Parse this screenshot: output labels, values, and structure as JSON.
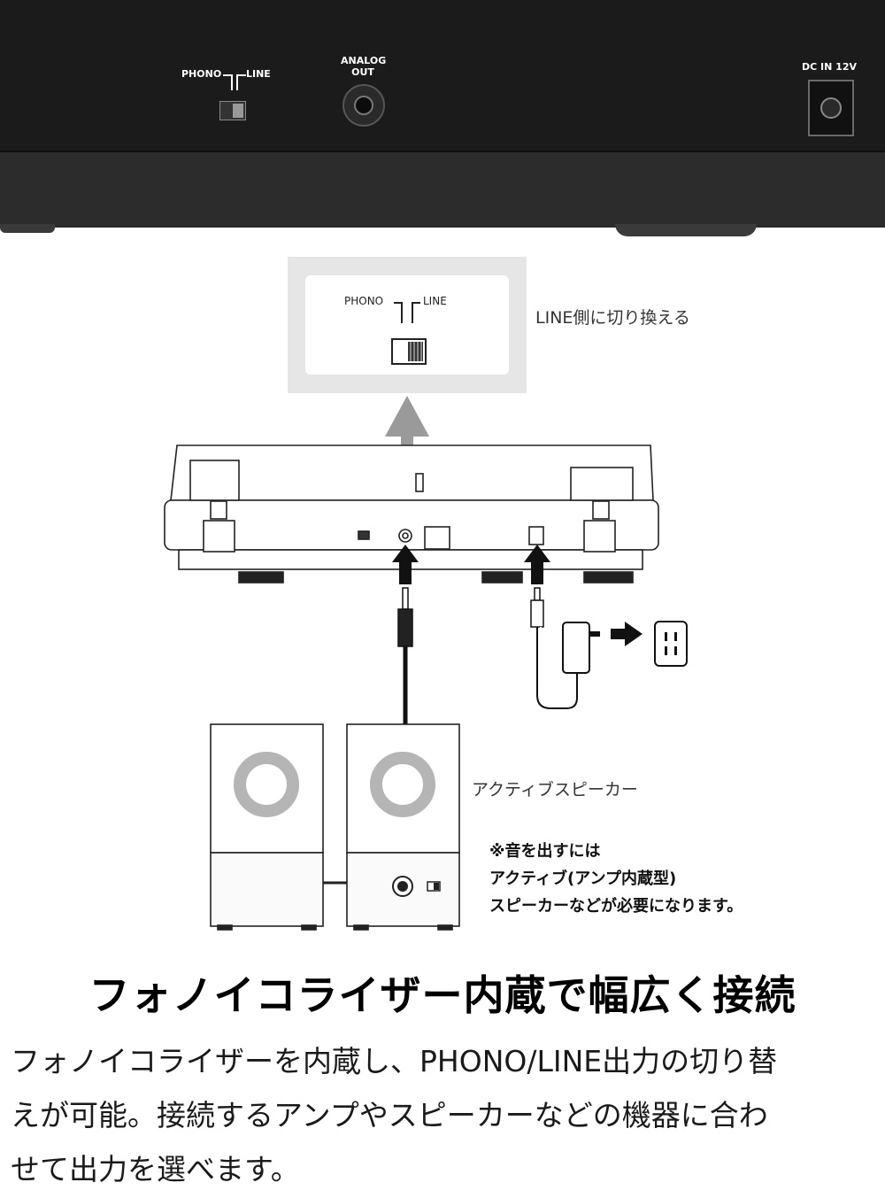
{
  "rear_panel": {
    "phono_label": "PHONO",
    "line_label": "LINE",
    "analog_out_line1": "ANALOG",
    "analog_out_line2": "OUT",
    "dc_in_label": "DC IN 12V"
  },
  "inset": {
    "phono_label": "PHONO",
    "line_label": "LINE",
    "caption": "LINE側に切り換える"
  },
  "speakers": {
    "caption": "アクティブスピーカー",
    "note_lines": [
      "※音を出すには",
      "アクティブ(アンプ内蔵型)",
      "スピーカーなどが必要になります。"
    ]
  },
  "heading": "フォノイコライザー内蔵で幅広く接続",
  "body_lines": [
    "フォノイコライザーを内蔵し、PHONO/LINE出力の切り替",
    "えが可能。接続するアンプやスピーカーなどの機器に合わ",
    "せて出力を選べます。"
  ],
  "colors": {
    "panel_dark": "#1b1b1b",
    "panel_band": "#2c2c2c",
    "inset_bg": "#e6e6e6",
    "arrow_gray": "#9a9a9a",
    "speaker_ring": "#b5b5b5"
  }
}
